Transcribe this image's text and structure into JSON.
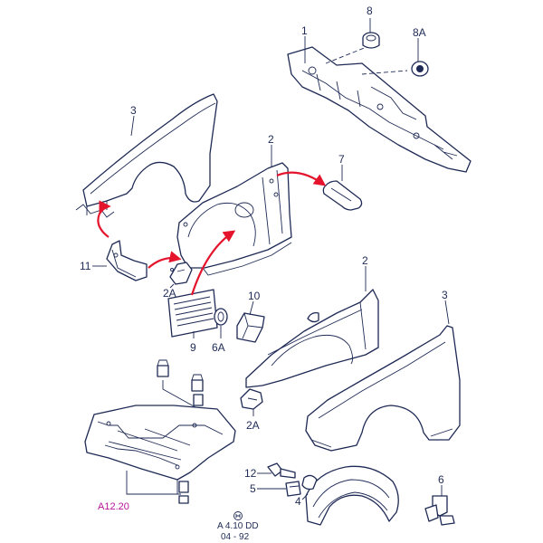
{
  "diagram": {
    "callouts": {
      "c1": "1",
      "c2_upper": "2",
      "c2A_upper": "2A",
      "c3_upper": "3",
      "c7": "7",
      "c8": "8",
      "c8A": "8A",
      "c9": "9",
      "c10": "10",
      "c11": "11",
      "c2_lower": "2",
      "c2A_lower": "2A",
      "c3_lower": "3",
      "c6A": "6A",
      "c12": "12",
      "c5": "5",
      "c4": "4",
      "c6": "6"
    },
    "reference_link": "A12.20",
    "drawing_code": "A 4.10 DD",
    "drawing_date": "04 - 92"
  },
  "colors": {
    "line": "#1e2a55",
    "arrow": "#e4142c",
    "reference": "#b8139a"
  }
}
